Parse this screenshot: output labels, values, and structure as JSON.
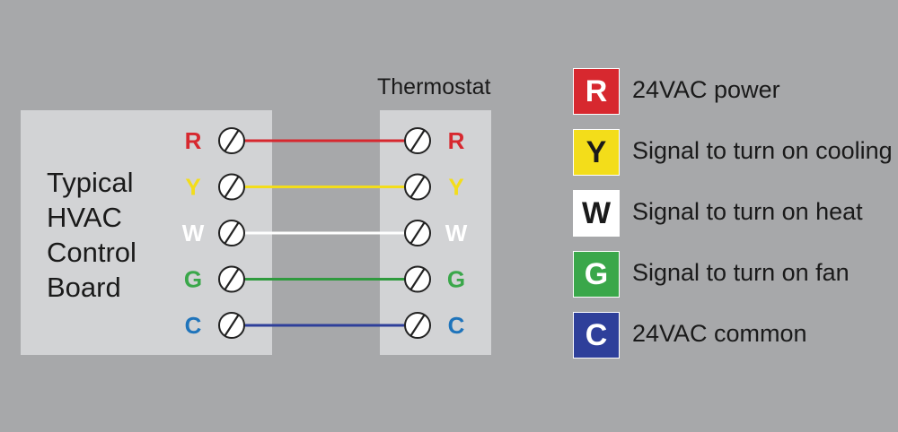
{
  "board": {
    "label_lines": [
      "Typical",
      "HVAC",
      "Control",
      "Board"
    ]
  },
  "thermostat": {
    "title": "Thermostat"
  },
  "terminals": [
    {
      "letter": "R",
      "color": "#d7282f"
    },
    {
      "letter": "Y",
      "color": "#f3dd1a"
    },
    {
      "letter": "W",
      "color": "#ffffff"
    },
    {
      "letter": "G",
      "color": "#3aa74a"
    },
    {
      "letter": "C",
      "color": "#1f74bb"
    }
  ],
  "wires": [
    {
      "from": "R",
      "to": "R",
      "color": "#d7282f"
    },
    {
      "from": "Y",
      "to": "Y",
      "color": "#f3dd1a"
    },
    {
      "from": "W",
      "to": "W",
      "color": "#ffffff"
    },
    {
      "from": "G",
      "to": "G",
      "color": "#2f9a3e"
    },
    {
      "from": "C",
      "to": "C",
      "color": "#2e3f9a"
    }
  ],
  "legend": [
    {
      "letter": "R",
      "text": "24VAC power",
      "bg": "#d7282f",
      "fg": "#ffffff"
    },
    {
      "letter": "Y",
      "text": "Signal to turn on cooling",
      "bg": "#f3dd1a",
      "fg": "#1a1a1a"
    },
    {
      "letter": "W",
      "text": "Signal to turn on heat",
      "bg": "#ffffff",
      "fg": "#1a1a1a"
    },
    {
      "letter": "G",
      "text": "Signal to turn on fan",
      "bg": "#3aa74a",
      "fg": "#ffffff"
    },
    {
      "letter": "C",
      "text": "24VAC common",
      "bg": "#2e3f9a",
      "fg": "#ffffff"
    }
  ]
}
